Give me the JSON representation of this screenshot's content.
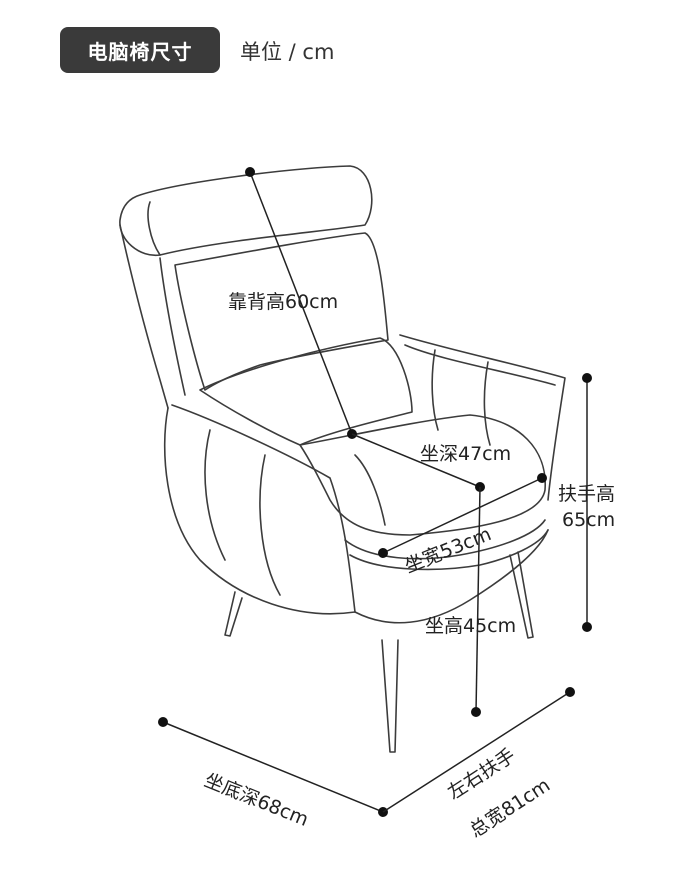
{
  "header": {
    "title": "电脑椅尺寸",
    "unit": "单位 / cm"
  },
  "dimensions": {
    "backrest_height": "靠背高60cm",
    "seat_depth": "坐深47cm",
    "armrest_height_line1": "扶手高",
    "armrest_height_line2": "65cm",
    "seat_width": "坐宽53cm",
    "seat_height": "坐高45cm",
    "base_depth": "坐底深68cm",
    "total_width_line1": "左右扶手",
    "total_width_line2": "总宽81cm"
  }
}
